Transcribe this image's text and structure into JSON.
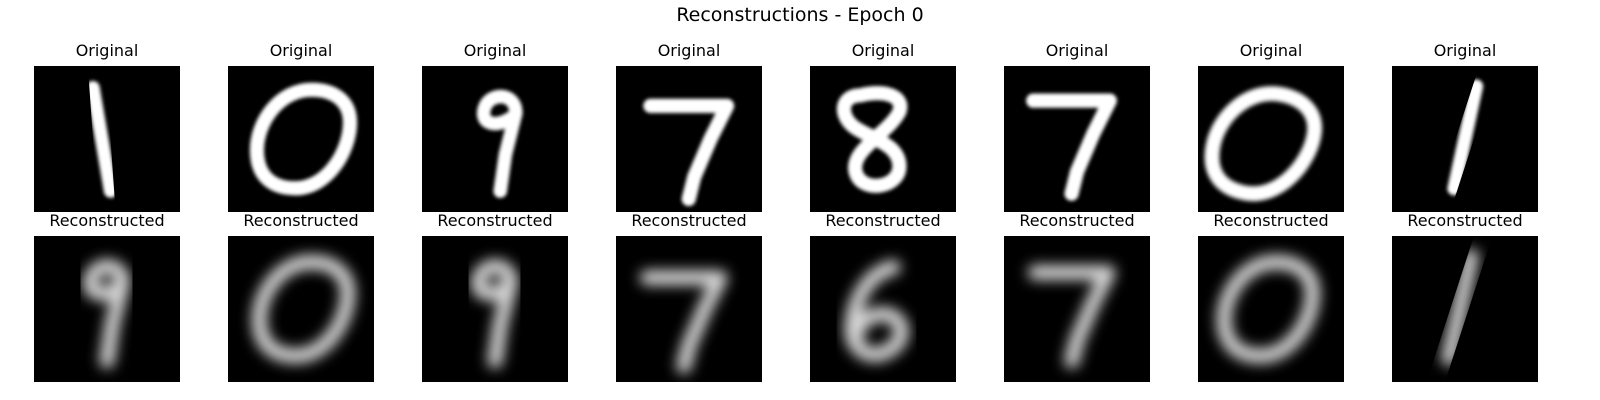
{
  "figure": {
    "title": "Reconstructions - Epoch 0",
    "rows": [
      {
        "label": "Original",
        "images": [
          {
            "digit": "1",
            "style": "sharp"
          },
          {
            "digit": "0",
            "style": "sharp"
          },
          {
            "digit": "9",
            "style": "sharp"
          },
          {
            "digit": "7",
            "style": "sharp"
          },
          {
            "digit": "8",
            "style": "sharp"
          },
          {
            "digit": "7",
            "style": "sharp"
          },
          {
            "digit": "0",
            "style": "sharp"
          },
          {
            "digit": "1",
            "style": "sharp"
          }
        ]
      },
      {
        "label": "Reconstructed",
        "images": [
          {
            "digit": "9",
            "style": "blurred"
          },
          {
            "digit": "0",
            "style": "blurred"
          },
          {
            "digit": "9",
            "style": "blurred"
          },
          {
            "digit": "7",
            "style": "blurred"
          },
          {
            "digit": "6",
            "style": "blurred"
          },
          {
            "digit": "7",
            "style": "blurred"
          },
          {
            "digit": "0",
            "style": "blurred"
          },
          {
            "digit": "1",
            "style": "blurred"
          }
        ]
      }
    ]
  }
}
